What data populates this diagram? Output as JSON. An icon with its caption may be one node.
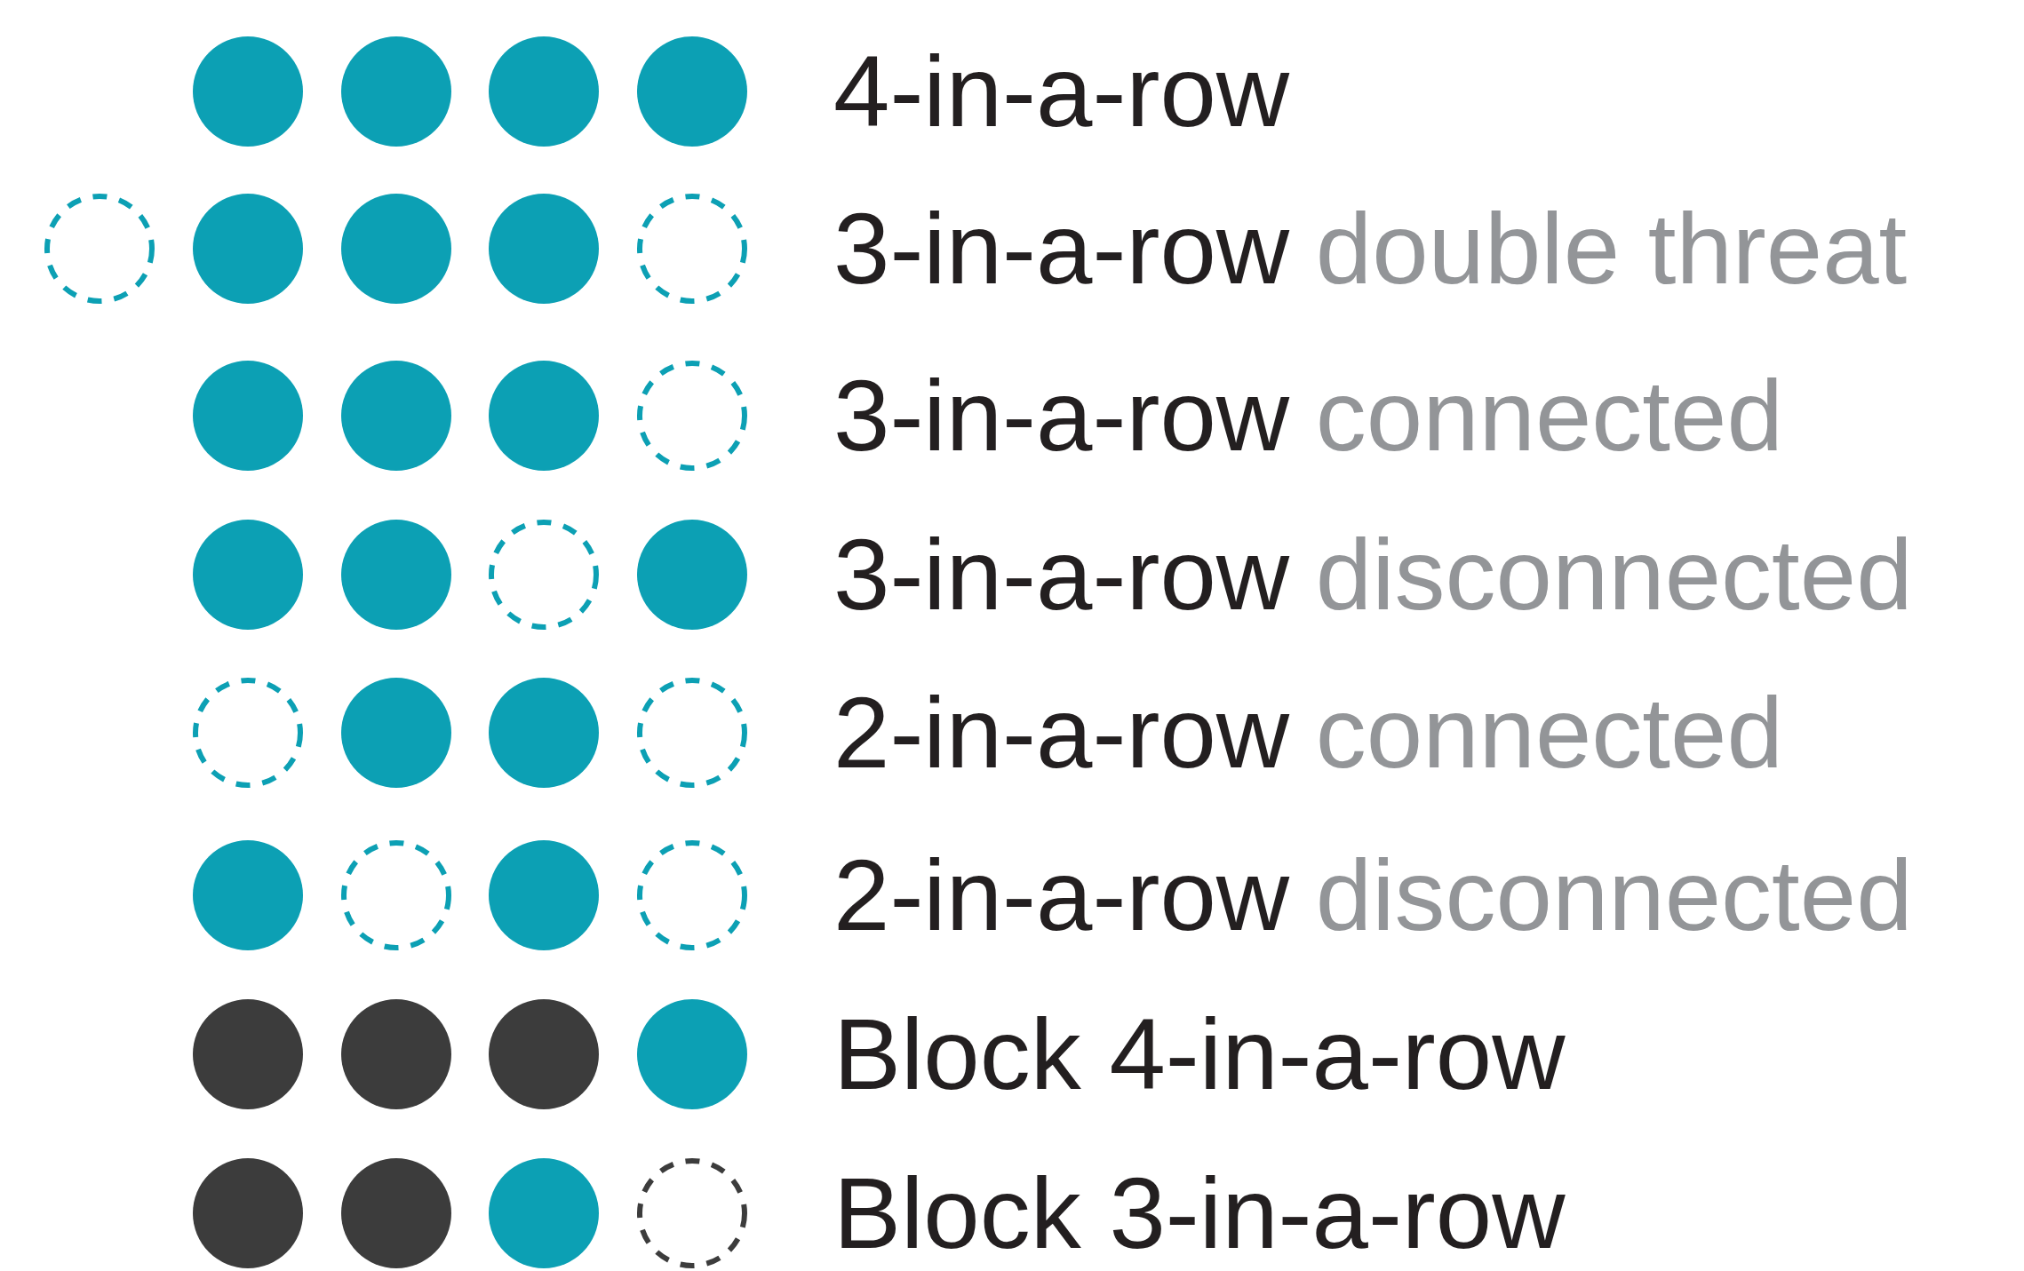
{
  "diagram": {
    "labels": [
      "4-in-a-row",
      "3-in-a-row",
      "double threat",
      "3-in-a-row",
      "connected",
      "3-in-a-row",
      "disconnected",
      "2-in-a-row",
      "connected",
      "2-in-a-row",
      "disconnected",
      "Block 4-in-a-row",
      "Block 3-in-a-row"
    ]
  }
}
